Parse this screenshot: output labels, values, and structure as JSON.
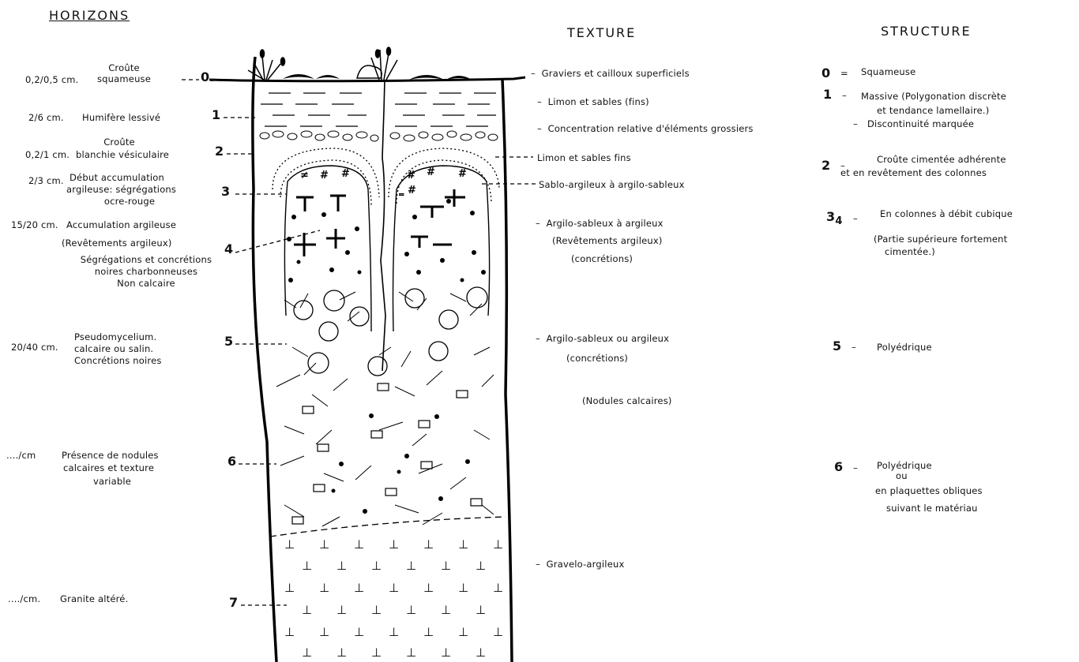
{
  "headers": {
    "horizons": "HORIZONS",
    "texture": "TEXTURE",
    "structure": "STRUCTURE"
  },
  "horizons": [
    {
      "label": "0.",
      "thickness": "0,2/0,5 cm.",
      "desc": [
        "Croûte",
        "squameuse"
      ]
    },
    {
      "label": "1",
      "thickness": "2/6 cm.",
      "desc": [
        "Humifère lessivé"
      ]
    },
    {
      "label": "2",
      "thickness": "0,2/1 cm.",
      "desc": [
        "Croûte",
        "blanchie vésiculaire"
      ]
    },
    {
      "label": "3",
      "thickness": "2/3 cm.",
      "desc": [
        "Début accumulation",
        "argileuse: ségrégations",
        "ocre-rouge"
      ]
    },
    {
      "label": "4",
      "thickness": "15/20 cm.",
      "desc": [
        "Accumulation argileuse",
        "(Revêtements argileux)",
        "Ségrégations et concrétions",
        "noires charbonneuses",
        "Non calcaire"
      ]
    },
    {
      "label": "5",
      "thickness": "20/40 cm.",
      "desc": [
        "Pseudomycelium.",
        "calcaire ou salin.",
        "Concrétions noires"
      ]
    },
    {
      "label": "6",
      "thickness": "..../cm",
      "desc": [
        "Présence de nodules",
        "calcaires et texture",
        "variable"
      ]
    },
    {
      "label": "7",
      "thickness": "..../cm.",
      "desc": [
        "Granite altéré."
      ]
    }
  ],
  "texture": [
    "Graviers et cailloux superficiels",
    "Limon et sables (fins)",
    "Concentration relative d'éléments grossiers",
    "Limon et sables fins",
    "Sablo-argileux à argilo-sableux",
    "Argilo-sableux à argileux",
    "(Revêtements argileux)",
    "(concrétions)",
    "Argilo-sableux ou argileux",
    "(concrétions)",
    "(Nodules calcaires)",
    "Gravelo-argileux"
  ],
  "structure": [
    {
      "label": "0",
      "sep": "=",
      "lines": [
        "Squameuse"
      ]
    },
    {
      "label": "1",
      "sep": "–",
      "lines": [
        "Massive (Polygonation discrète",
        "et tendance lamellaire.)"
      ]
    },
    {
      "label": "",
      "sep": "–",
      "lines": [
        "Discontinuité marquée"
      ]
    },
    {
      "label": "2",
      "sep": "–",
      "lines": [
        "Croûte cimentée adhérente",
        "et en revêtement des colonnes"
      ]
    },
    {
      "label": "3",
      "sub": "4",
      "sep": "–",
      "lines": [
        "En colonnes à débit cubique",
        "(Partie supérieure fortement",
        "cimentée.)"
      ]
    },
    {
      "label": "5",
      "sep": "–",
      "lines": [
        "Polyédrique"
      ]
    },
    {
      "label": "6",
      "sep": "–",
      "lines": [
        "Polyédrique",
        "ou",
        "en plaquettes obliques",
        "suivant le matériau"
      ]
    }
  ]
}
